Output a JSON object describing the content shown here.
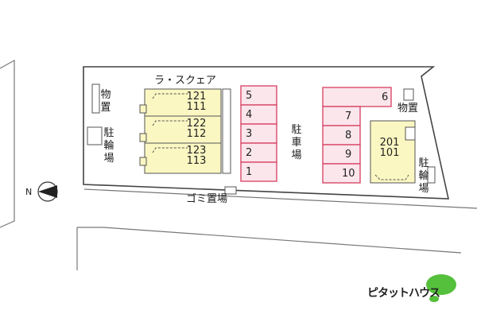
{
  "building_name": "ラ・スクェア",
  "units_west": [
    {
      "upper": "121",
      "lower": "111"
    },
    {
      "upper": "122",
      "lower": "112"
    },
    {
      "upper": "123",
      "lower": "113"
    }
  ],
  "units_east": {
    "upper": "201",
    "lower": "101"
  },
  "parking_left": [
    "5",
    "4",
    "3",
    "2",
    "1"
  ],
  "parking_right_top": "6",
  "parking_right": [
    "7",
    "8",
    "9",
    "10"
  ],
  "labels": {
    "storage_left": "物置",
    "bike_left": "駐輪場",
    "parking": "駐車場",
    "storage_right": "物置",
    "bike_right": "駐輪場",
    "garbage": "ゴミ置場",
    "north": "N"
  },
  "brand": "ピタットハウス",
  "colors": {
    "building_fill": "#fbf7c2",
    "parking_fill": "#fbe6ec",
    "parking_stroke": "#d94a6a",
    "lot_stroke": "#444444",
    "brand_green": "#55c03c"
  }
}
